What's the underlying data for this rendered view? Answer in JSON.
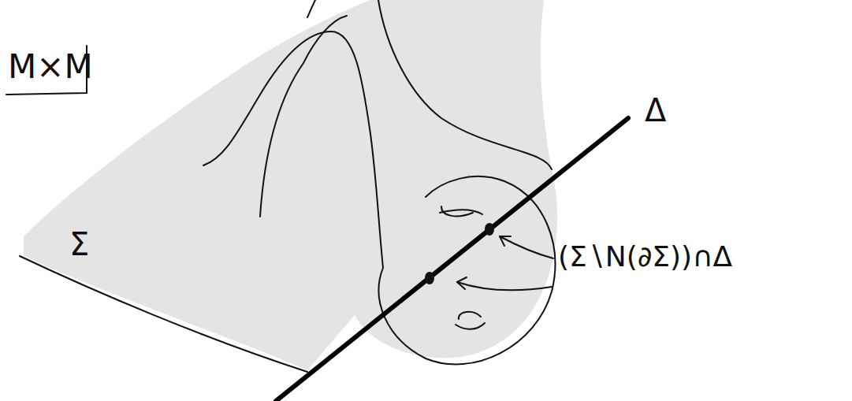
{
  "diagram": {
    "labels": [
      "M×M",
      "Σ",
      "Δ",
      "(Σ∖N(∂Σ))∩Δ"
    ]
  }
}
